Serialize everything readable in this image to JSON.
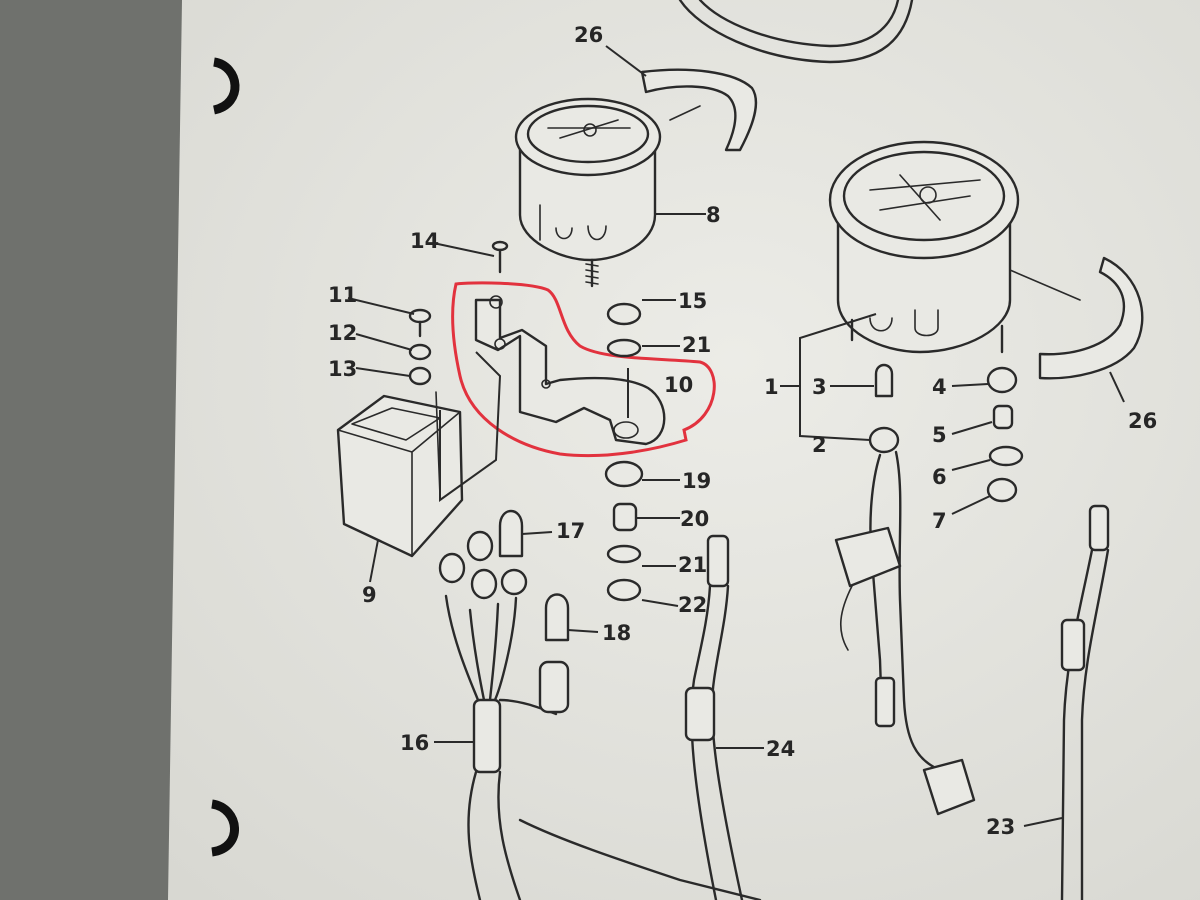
{
  "colors": {
    "paper": "#e7e7e2",
    "backdrop": "#6f716d",
    "ink": "#2a2a2a",
    "highlight": "#e2323e"
  },
  "callouts": {
    "n1": "1",
    "n2": "2",
    "n3": "3",
    "n4": "4",
    "n5": "5",
    "n6": "6",
    "n7": "7",
    "n8": "8",
    "n9": "9",
    "n10": "10",
    "n11": "11",
    "n12": "12",
    "n13": "13",
    "n14": "14",
    "n15": "15",
    "n16": "16",
    "n17": "17",
    "n18": "18",
    "n19": "19",
    "n20": "20",
    "n21a": "21",
    "n21b": "21",
    "n22": "22",
    "n23": "23",
    "n24": "24",
    "n26a": "26",
    "n26b": "26"
  },
  "highlight": {
    "target_part": "10"
  }
}
